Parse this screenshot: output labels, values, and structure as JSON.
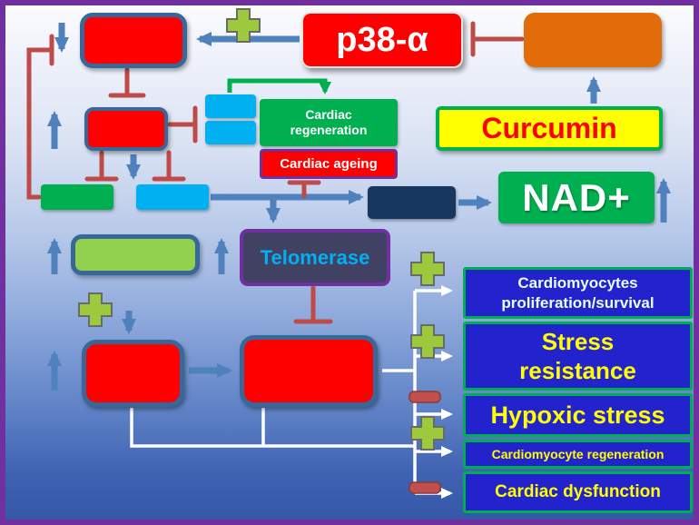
{
  "diagram": {
    "nodes": {
      "p38": "p38-α",
      "curcumin": "Curcumin",
      "nad": "NAD+",
      "telomerase": "Telomerase",
      "cardiac_regeneration": "Cardiac\nregeneration",
      "cardiac_ageing": "Cardiac ageing"
    },
    "outcomes": [
      {
        "label": "Cardiomyocytes\nproliferation/survival",
        "effect": "positive"
      },
      {
        "label": "Stress\nresistance",
        "effect": "positive"
      },
      {
        "label": "Hypoxic stress",
        "effect": "negative"
      },
      {
        "label": "Cardiomyocyte regeneration",
        "effect": "positive"
      },
      {
        "label": "Cardiac dysfunction",
        "effect": "negative"
      }
    ],
    "icons": {
      "plus": "+",
      "minus": "−"
    },
    "colors": {
      "frame": "#7030A0",
      "node_red": "#FE0000",
      "node_orange": "#E26B0A",
      "node_green": "#00B050",
      "node_light_blue": "#00B0F0",
      "node_light_green": "#92D050",
      "node_navy": "#17375E",
      "node_border": "#38689A",
      "telomerase_bg": "#414163",
      "telomerase_text": "#00B0F0",
      "outcome_bg": "#2323CE",
      "outcome_border": "#00B050",
      "text_yellow": "#FFFF00",
      "text_cyan": "#E6FFFF",
      "curcumin_bg": "#FFFF00",
      "curcumin_text": "#FF0000",
      "arrow_blue": "#4F81BD",
      "inhibit_red": "#BE4B48",
      "arrow_green": "#00B050",
      "arrow_white": "#FFFFFF",
      "plus_green": "#9DC93C",
      "minus_red": "#C0504D"
    }
  }
}
